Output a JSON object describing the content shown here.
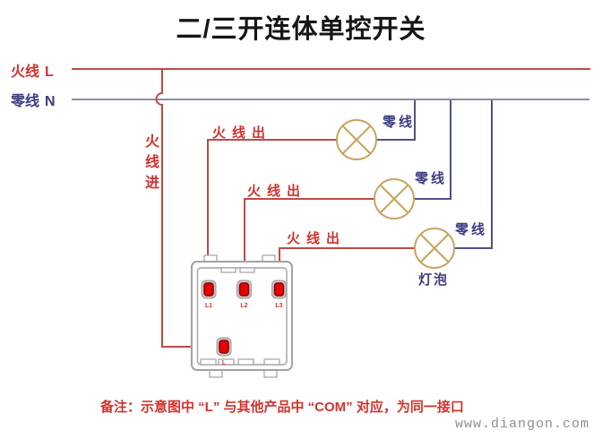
{
  "title": "二/三开连体单控开关",
  "legend": {
    "live": {
      "label": "火线",
      "symbol": "L"
    },
    "neutral": {
      "label": "零线",
      "symbol": "N"
    }
  },
  "wire_labels": {
    "live_in": "火线进"
  },
  "branches": [
    {
      "live_out": "火线出",
      "neutral": "零线"
    },
    {
      "live_out": "火线出",
      "neutral": "零线"
    },
    {
      "live_out": "火线出",
      "neutral": "零线"
    }
  ],
  "lamp_label": "灯泡",
  "switch_panel": {
    "terminals": [
      "L1",
      "L2",
      "L3"
    ],
    "common_terminal": "L"
  },
  "note": "备注：示意图中 “L” 与其他产品中 “COM” 对应，为同一接口",
  "watermark": "www.diangon.com",
  "colors": {
    "live_red": "#c04a44",
    "label_red": "#d2322d",
    "neutral_navy": "#3c3c82",
    "neutral_line": "#8c8cab",
    "neutral_branch": "#50508c",
    "lamp_gold": "#c9a45f",
    "terminal_red": "#e60404",
    "panel_gray": "#a2a2a2",
    "watermark_gray": "#8f8f8f",
    "title_black": "#161616"
  }
}
